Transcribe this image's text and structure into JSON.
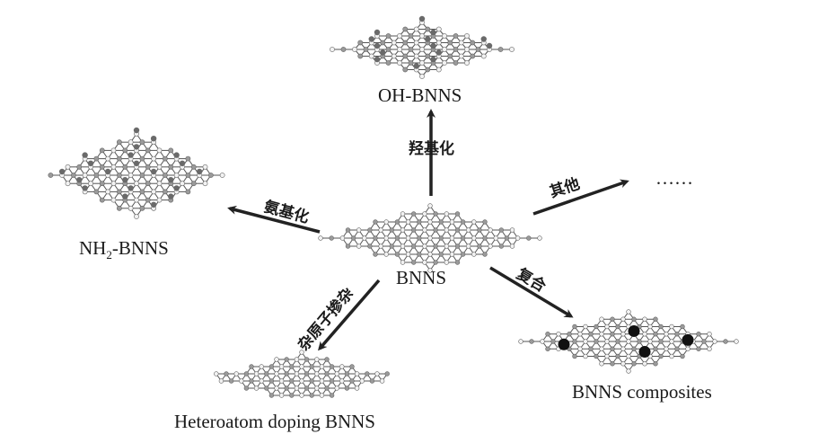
{
  "center": {
    "label": "BNNS"
  },
  "nodes": {
    "oh": {
      "label": "OH-BNNS",
      "edge_label": "羟基化"
    },
    "nh2": {
      "label_main": "NH",
      "label_sub": "2",
      "label_rest": "-BNNS",
      "edge_label": "氨基化"
    },
    "other": {
      "label": "……",
      "edge_label": "其他"
    },
    "composite": {
      "label": "BNNS composites",
      "edge_label": "复合"
    },
    "hetero": {
      "label": "Heteroatom doping BNNS",
      "edge_label": "杂原子掺杂"
    }
  },
  "colors": {
    "lattice": "#555555",
    "b_atom": "#f2f2f2",
    "n_atom": "#9a9a9a",
    "func_atom": "#6a6a6a",
    "particle": "#111111",
    "arrow": "#222222"
  }
}
